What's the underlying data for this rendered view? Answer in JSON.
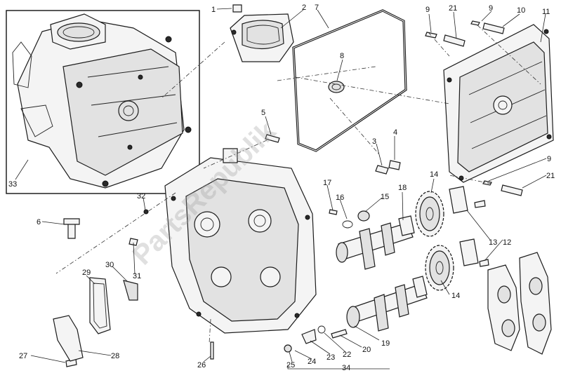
{
  "diagram": {
    "watermark": "PartsRepublik",
    "labels": [
      "1",
      "2",
      "3",
      "4",
      "5",
      "6",
      "7",
      "8",
      "9",
      "9",
      "9",
      "10",
      "11",
      "12",
      "13",
      "14",
      "14",
      "15",
      "16",
      "17",
      "18",
      "19",
      "20",
      "21",
      "21",
      "22",
      "23",
      "24",
      "25",
      "26",
      "27",
      "28",
      "29",
      "30",
      "31",
      "32",
      "33",
      "34"
    ]
  }
}
